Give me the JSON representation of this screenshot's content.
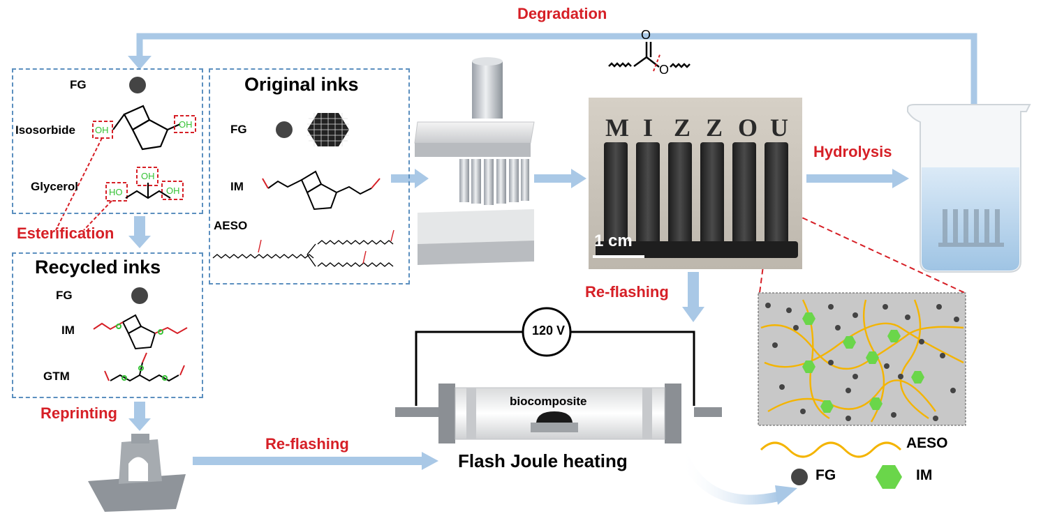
{
  "labels": {
    "degradation": "Degradation",
    "esterification": "Esterification",
    "reprinting": "Reprinting",
    "re_flashing_bottom": "Re-flashing",
    "re_flashing_right": "Re-flashing",
    "hydrolysis": "Hydrolysis",
    "flash_joule_heating": "Flash Joule heating"
  },
  "left_box": {
    "fg": "FG",
    "isosorbide": "Isosorbide",
    "glycerol": "Glycerol",
    "oh": "OH",
    "ho": "HO"
  },
  "recycled_inks": {
    "title": "Recycled inks",
    "fg": "FG",
    "im": "IM",
    "gtm": "GTM"
  },
  "original_inks": {
    "title": "Original inks",
    "fg": "FG",
    "im": "IM",
    "aeso": "AESO"
  },
  "photo": {
    "letters": [
      "M",
      "I",
      "Z",
      "Z",
      "O",
      "U"
    ],
    "scale_bar": "1 cm"
  },
  "ester": {
    "o": "O"
  },
  "fjh": {
    "voltage": "120 V",
    "sample": "biocomposite"
  },
  "legend": {
    "aeso": "AESO",
    "fg": "FG",
    "im": "IM"
  },
  "colors": {
    "arrow": "#a9c8e6",
    "accent_red": "#d61f26",
    "box_border": "#5b8fbf",
    "aeso_chain": "#f4b400",
    "im_hex": "#6ad64a",
    "fg_dot": "#444444",
    "oh_green": "#35c235"
  }
}
